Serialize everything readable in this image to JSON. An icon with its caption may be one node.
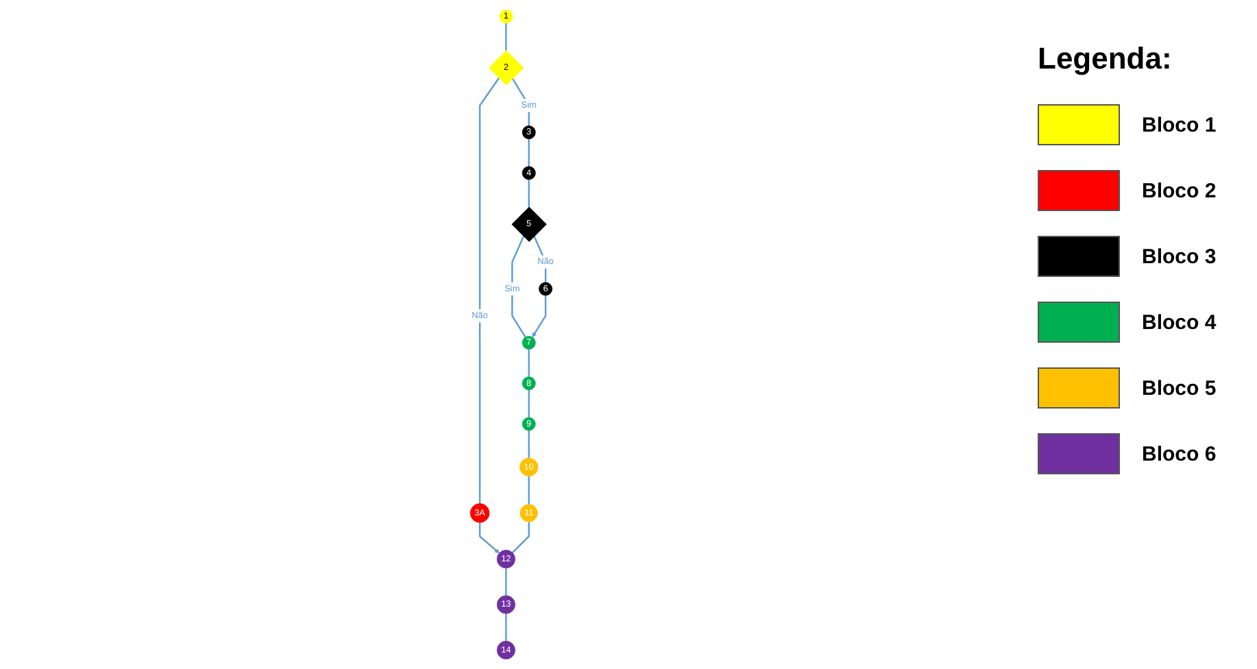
{
  "diagram": {
    "nodes": [
      {
        "text": [
          "1"
        ]
      },
      {
        "text": [
          "2"
        ]
      },
      {
        "text": [
          "3"
        ]
      },
      {
        "text": [
          "3A"
        ]
      },
      {
        "text": [
          "4"
        ]
      },
      {
        "text": [
          "5"
        ]
      },
      {
        "text": [
          "7"
        ]
      },
      {
        "text": [
          "8"
        ]
      },
      {
        "text": [
          "9"
        ]
      },
      {
        "text": [
          "10"
        ]
      },
      {
        "text": [
          "11"
        ]
      },
      {
        "text": [
          "12"
        ]
      },
      {
        "text": [
          "13"
        ]
      },
      {
        "text": [
          "6"
        ]
      },
      {
        "text": [
          "14"
        ]
      }
    ],
    "edges": [
      {
        "from": 0,
        "to": 1,
        "arrow": "none"
      },
      {
        "from": 1,
        "to": 2,
        "label": "Sim",
        "arrow": "none"
      },
      {
        "from": 1,
        "to": 3,
        "label": "Não",
        "arrow": "none"
      },
      {
        "from": 3,
        "to": 11,
        "arrow": "to"
      },
      {
        "from": 2,
        "to": 4,
        "arrow": "none"
      },
      {
        "from": 4,
        "to": 5,
        "arrow": "none"
      },
      {
        "from": 5,
        "to": 6,
        "label": "Sim",
        "arrow": "none"
      },
      {
        "from": 5,
        "to": 13,
        "label": "Não",
        "arrow": "none"
      },
      {
        "from": 13,
        "to": 6,
        "arrow": "to"
      },
      {
        "from": 6,
        "to": 7,
        "arrow": "none"
      },
      {
        "from": 7,
        "to": 8,
        "arrow": "none"
      },
      {
        "from": 8,
        "to": 9,
        "arrow": "none"
      },
      {
        "from": 9,
        "to": 10,
        "arrow": "none"
      },
      {
        "from": 10,
        "to": 11,
        "arrow": "none"
      },
      {
        "from": 11,
        "to": 12,
        "arrow": "none"
      },
      {
        "from": 12,
        "to": 14,
        "arrow": "none"
      }
    ],
    "labels": [
      "Legenda:"
    ],
    "legend": [
      {
        "text": "Bloco 1",
        "color": "#ffff00"
      },
      {
        "text": "Bloco 2",
        "color": "#ff0000"
      },
      {
        "text": "Bloco 3",
        "color": "#000000"
      },
      {
        "text": "Bloco 4",
        "color": "#00b050"
      },
      {
        "text": "Bloco 5",
        "color": "#ffc000"
      },
      {
        "text": "Bloco 6",
        "color": "#7030a0"
      }
    ]
  }
}
